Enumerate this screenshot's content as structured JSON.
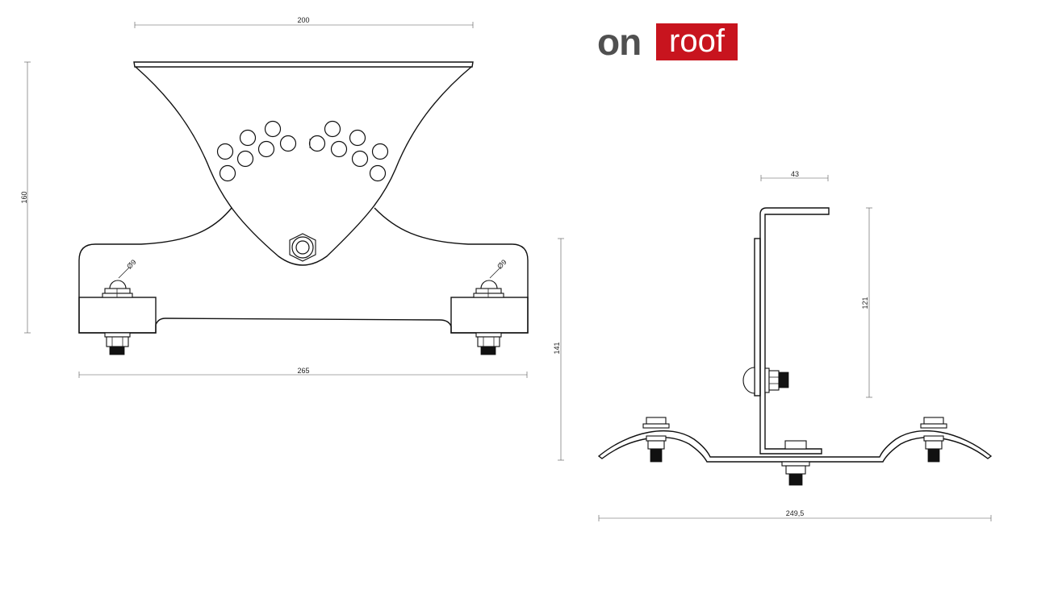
{
  "logo": {
    "left_word": "on",
    "right_word": "roof",
    "brand_color": "#c8141e",
    "text_color": "#505050"
  },
  "front_view": {
    "dim_top_width": "200",
    "dim_height": "160",
    "dim_base_width": "265",
    "hole_left": "Ø9",
    "hole_right": "Ø9"
  },
  "side_view": {
    "dim_bracket_width": "43",
    "dim_bracket_height": "121",
    "dim_total_height": "141",
    "dim_base_width": "249,5"
  }
}
